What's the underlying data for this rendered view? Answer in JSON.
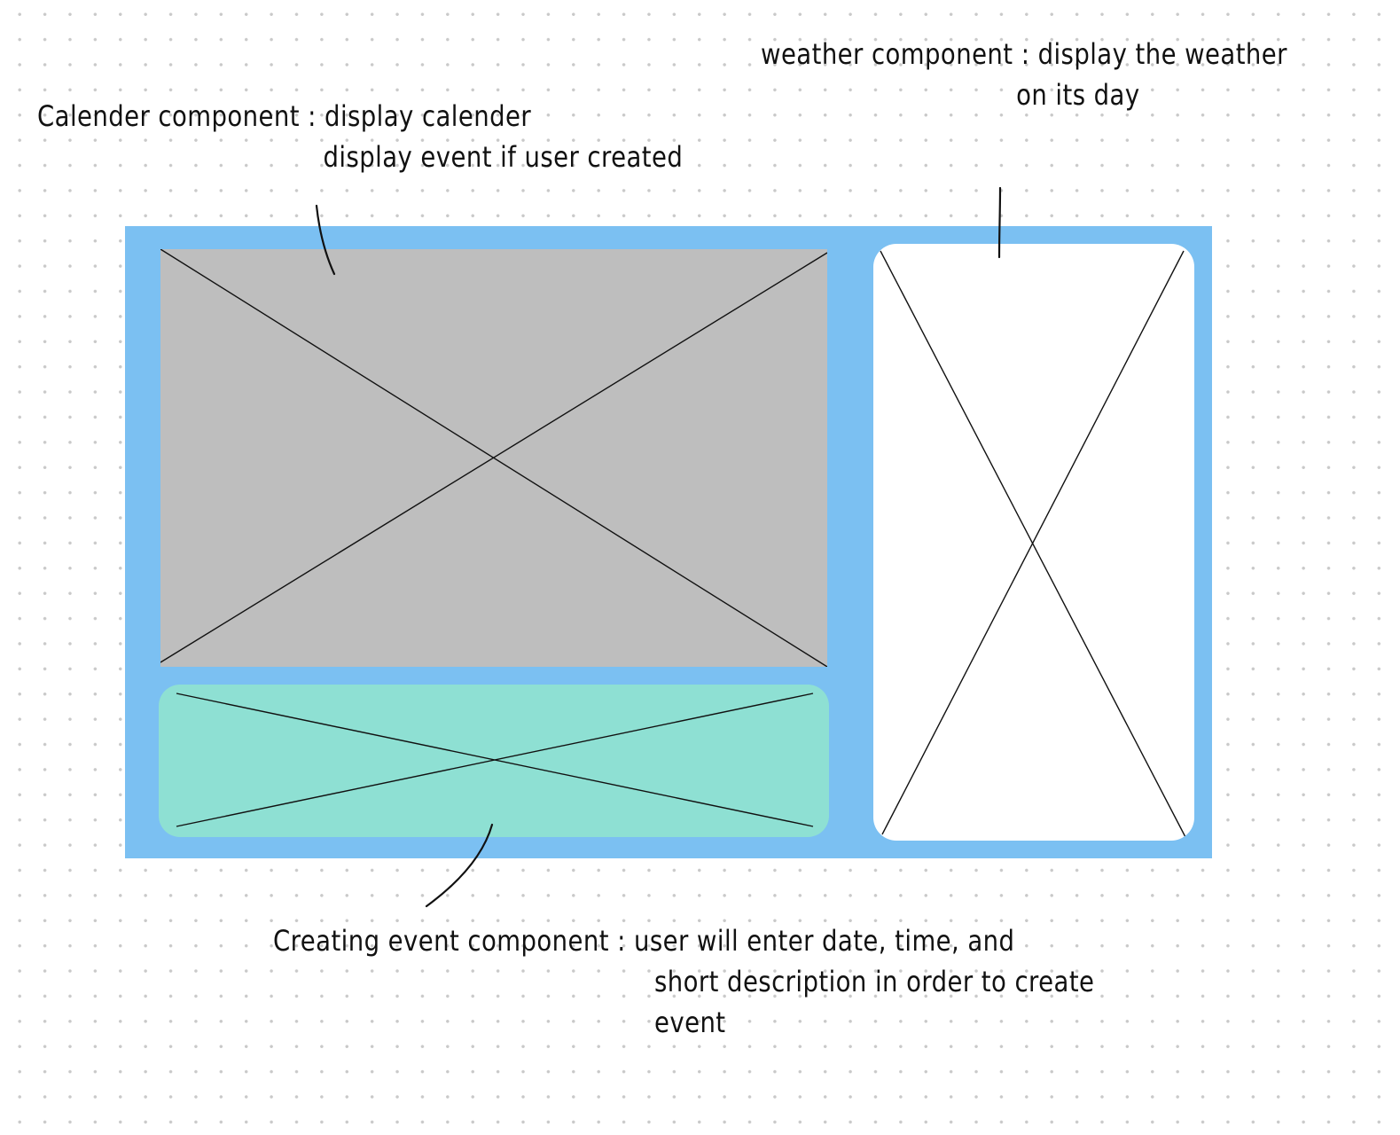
{
  "annotations": {
    "weather": {
      "line1": "weather component : display the weather",
      "line2": "on its day"
    },
    "calendar": {
      "line1": "Calender component : display calender",
      "line2": "display event if user created"
    },
    "create_event": {
      "line1": "Creating event component : user will enter date, time, and",
      "line2": "short description in order to create",
      "line3": "event"
    }
  },
  "colors": {
    "frame": "#7bc0f2",
    "calendar_placeholder": "#bebebe",
    "event_placeholder": "#8ee0d3",
    "weather_placeholder": "#ffffff",
    "stroke": "#111111"
  }
}
